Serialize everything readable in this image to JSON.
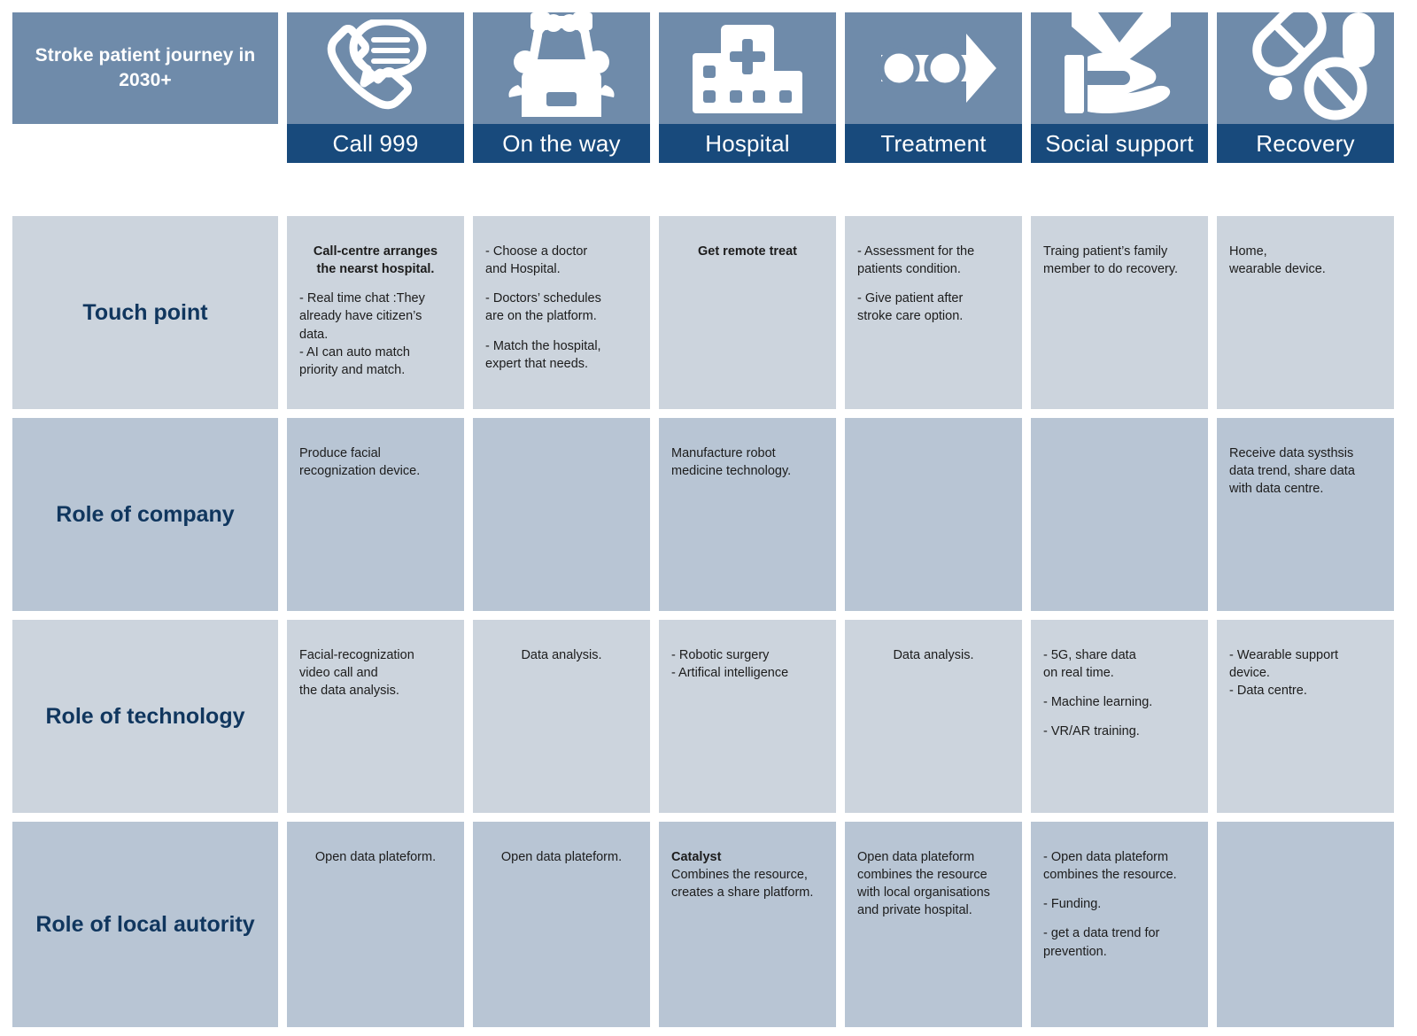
{
  "title": "Stroke patient journey\nin 2030+",
  "colors": {
    "header_panel": "#6f8baa",
    "stage_label_bar": "#184a7c",
    "row_tone_light": "#ccd4dd",
    "row_tone_dark": "#b8c5d4",
    "row_label_text": "#10365e",
    "icon": "#ffffff"
  },
  "stages": [
    {
      "label": "Call 999",
      "icon": "phone-chat-icon"
    },
    {
      "label": "On the way",
      "icon": "ambulance-icon"
    },
    {
      "label": "Hospital",
      "icon": "hospital-building-icon"
    },
    {
      "label": "Treatment",
      "icon": "process-arrow-icon"
    },
    {
      "label": "Social support",
      "icon": "hand-holding-heart-icon"
    },
    {
      "label": "Recovery",
      "icon": "pills-capsule-icon"
    }
  ],
  "rows": [
    {
      "label": "Touch point",
      "tone": "light",
      "cells": [
        {
          "blocks": [
            {
              "text": "Call-centre arranges\nthe nearst hospital.",
              "style": "bold center"
            },
            {
              "text": "- Real time chat :They\n  already have citizen’s\n  data.\n- AI can auto match\n  priority and match.",
              "style": "normal"
            }
          ]
        },
        {
          "blocks": [
            {
              "text": "- Choose a doctor\n  and Hospital.",
              "style": "normal"
            },
            {
              "text": "- Doctors’ schedules\n  are on the platform.",
              "style": "normal"
            },
            {
              "text": "- Match the hospital,\n  expert that needs.",
              "style": "normal"
            }
          ]
        },
        {
          "blocks": [
            {
              "text": "Get remote treat",
              "style": "bold center"
            }
          ]
        },
        {
          "blocks": [
            {
              "text": "-  Assessment for the\n    patients condition.",
              "style": "normal"
            },
            {
              "text": "-  Give patient after\n    stroke care option.",
              "style": "normal"
            }
          ]
        },
        {
          "blocks": [
            {
              "text": "Traing patient’s family\nmember to do recovery.",
              "style": "normal"
            }
          ]
        },
        {
          "blocks": [
            {
              "text": "Home,\nwearable device.",
              "style": "normal"
            }
          ]
        }
      ]
    },
    {
      "label": "Role of\ncompany",
      "tone": "dark",
      "cells": [
        {
          "blocks": [
            {
              "text": "Produce facial\nrecognization device.",
              "style": "normal"
            }
          ]
        },
        {
          "blocks": []
        },
        {
          "blocks": [
            {
              "text": "Manufacture robot\nmedicine technology.",
              "style": "normal"
            }
          ]
        },
        {
          "blocks": []
        },
        {
          "blocks": []
        },
        {
          "blocks": [
            {
              "text": "Receive data systhsis\ndata trend, share data\nwith data centre.",
              "style": "normal"
            }
          ]
        }
      ]
    },
    {
      "label": "Role of\ntechnology",
      "tone": "light",
      "cells": [
        {
          "blocks": [
            {
              "text": "Facial-recognization\nvideo call and\nthe data analysis.",
              "style": "normal"
            }
          ]
        },
        {
          "blocks": [
            {
              "text": "Data analysis.",
              "style": "center"
            }
          ]
        },
        {
          "blocks": [
            {
              "text": "- Robotic surgery\n- Artifical intelligence",
              "style": "normal"
            }
          ]
        },
        {
          "blocks": [
            {
              "text": "Data analysis.",
              "style": "center"
            }
          ]
        },
        {
          "blocks": [
            {
              "text": "-  5G, share data\n    on real time.",
              "style": "normal"
            },
            {
              "text": "-  Machine learning.",
              "style": "normal"
            },
            {
              "text": "-  VR/AR training.",
              "style": "normal"
            }
          ]
        },
        {
          "blocks": [
            {
              "text": "- Wearable support device.\n- Data centre.",
              "style": "normal"
            }
          ]
        }
      ]
    },
    {
      "label": "Role of\nlocal autority",
      "tone": "dark",
      "cells": [
        {
          "blocks": [
            {
              "text": "Open data plateform.",
              "style": "center"
            }
          ]
        },
        {
          "blocks": [
            {
              "text": "Open data plateform.",
              "style": "center"
            }
          ]
        },
        {
          "blocks": [
            {
              "text": "Catalyst",
              "style": "bold tight"
            },
            {
              "text": "Combines the resource,\ncreates a share platform.",
              "style": "normal"
            }
          ]
        },
        {
          "blocks": [
            {
              "text": "Open data plateform\ncombines the resource\nwith local organisations\nand private hospital.",
              "style": "normal"
            }
          ]
        },
        {
          "blocks": [
            {
              "text": "-  Open data plateform\n    combines the resource.",
              "style": "normal"
            },
            {
              "text": "-  Funding.",
              "style": "normal"
            },
            {
              "text": "-  get a data trend for\n    prevention.",
              "style": "normal"
            }
          ]
        },
        {
          "blocks": []
        }
      ]
    }
  ]
}
